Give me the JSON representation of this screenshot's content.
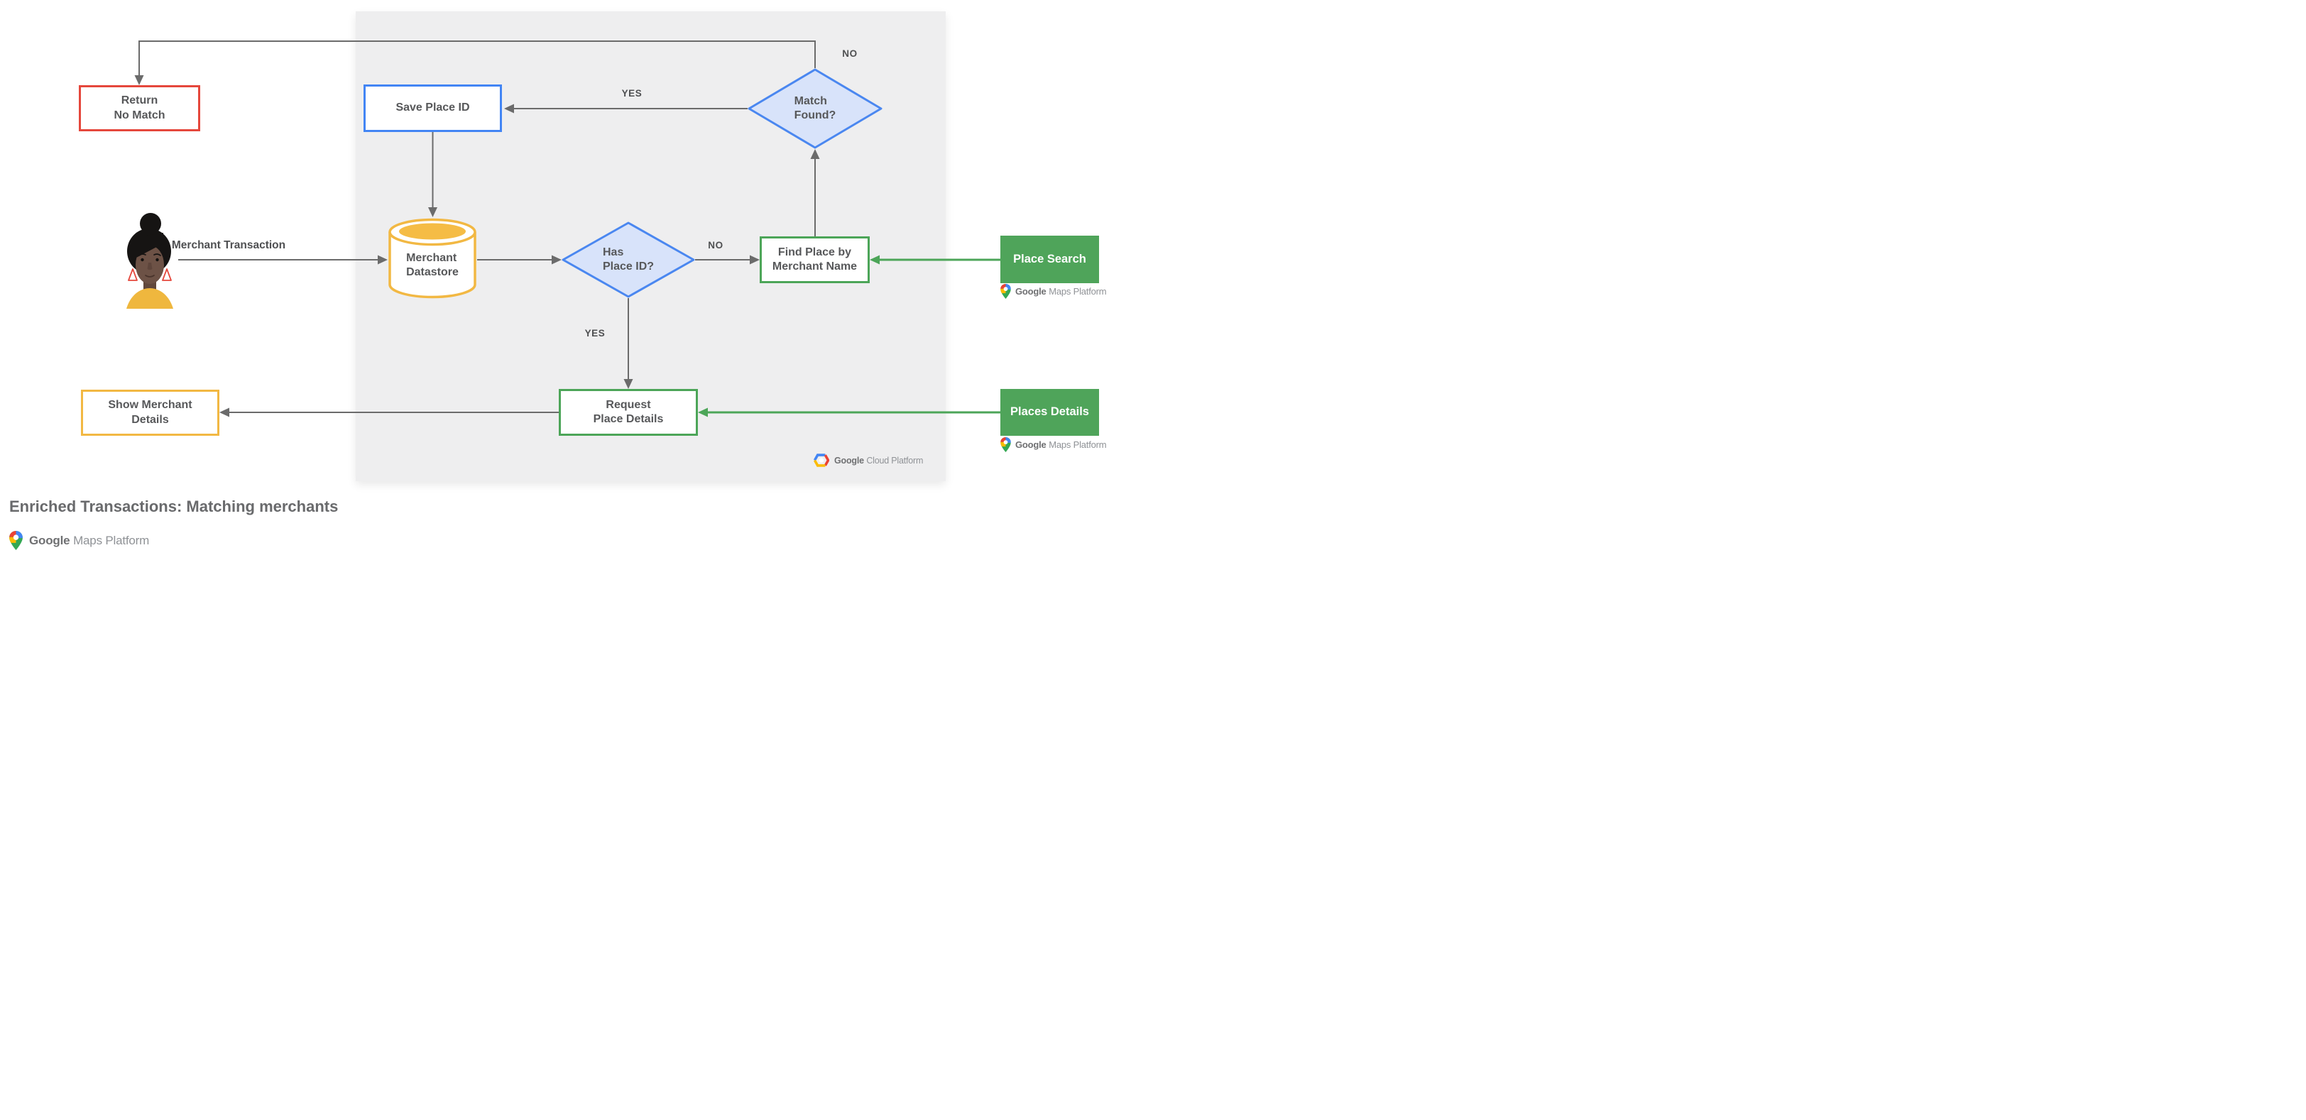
{
  "colors": {
    "red": "#E5473C",
    "blue_border": "#4285F4",
    "blue_fill": "#D8E3FA",
    "yellow": "#F2B843",
    "yellow_fill": "#F5BC45",
    "green": "#4CA558",
    "line_gray": "#6B6B6B",
    "panel_bg": "#EEEEEF"
  },
  "nodes": {
    "return_no_match": {
      "label": "Return\nNo Match"
    },
    "save_place_id": {
      "label": "Save Place ID"
    },
    "match_found": {
      "label": "Match\nFound?"
    },
    "merchant_datastore": {
      "label": "Merchant\nDatastore"
    },
    "has_place_id": {
      "label": "Has\nPlace ID?"
    },
    "find_place": {
      "label": "Find Place by\nMerchant Name"
    },
    "request_place_details": {
      "label": "Request\nPlace Details"
    },
    "show_merchant_details": {
      "label": "Show Merchant\nDetails"
    }
  },
  "actor": {
    "flow_label": "Merchant Transaction"
  },
  "api": {
    "place_search": {
      "label": "Place Search",
      "brand": "Google",
      "product": "Maps Platform"
    },
    "places_details": {
      "label": "Places Details",
      "brand": "Google",
      "product": "Maps Platform"
    }
  },
  "edge_labels": {
    "no_top": "NO",
    "yes_top": "YES",
    "no_mid": "NO",
    "yes_mid": "YES"
  },
  "panel_logo": {
    "brand": "Google",
    "product": "Cloud Platform"
  },
  "footer": {
    "title": "Enriched Transactions: Matching merchants",
    "brand": "Google",
    "product": "Maps Platform"
  }
}
